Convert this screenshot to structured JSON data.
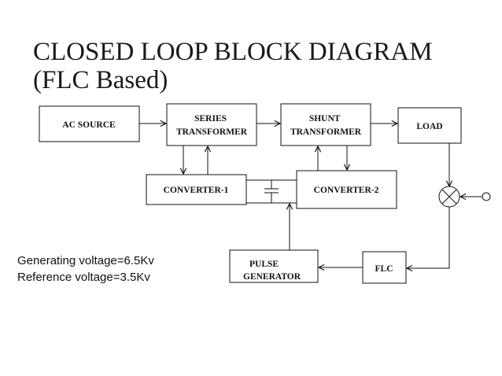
{
  "title_line1": "CLOSED LOOP BLOCK DIAGRAM",
  "title_line2": "(FLC Based)",
  "notes": {
    "generating": "Generating voltage=6.5Kv",
    "reference": "Reference voltage=3.5Kv"
  },
  "blocks": {
    "ac_source": [
      "AC  SOURCE"
    ],
    "series_transformer": [
      "SERIES",
      "TRANSFORMER"
    ],
    "shunt_transformer": [
      "SHUNT",
      "TRANSFORMER"
    ],
    "load": [
      "LOAD"
    ],
    "converter1": [
      "CONVERTER-1"
    ],
    "converter2": [
      "CONVERTER-2"
    ],
    "pulse_generator": [
      "PULSE",
      "GENERATOR"
    ],
    "flc": [
      "FLC"
    ]
  }
}
